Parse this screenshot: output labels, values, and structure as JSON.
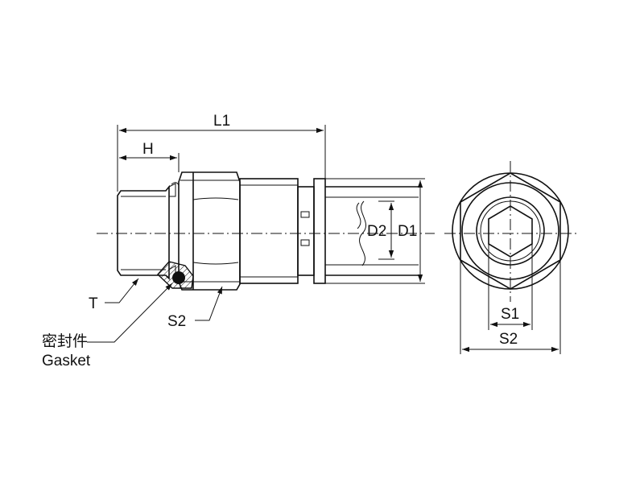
{
  "labels": {
    "L1": "L1",
    "H": "H",
    "D2": "D2",
    "D1": "D1",
    "T": "T",
    "S2_side": "S2",
    "gasket_cn": "密封件",
    "gasket_en": "Gasket",
    "S1": "S1",
    "S2_end": "S2"
  },
  "colors": {
    "line": "#111111",
    "background": "#ffffff",
    "gasket_fill": "#111111"
  }
}
